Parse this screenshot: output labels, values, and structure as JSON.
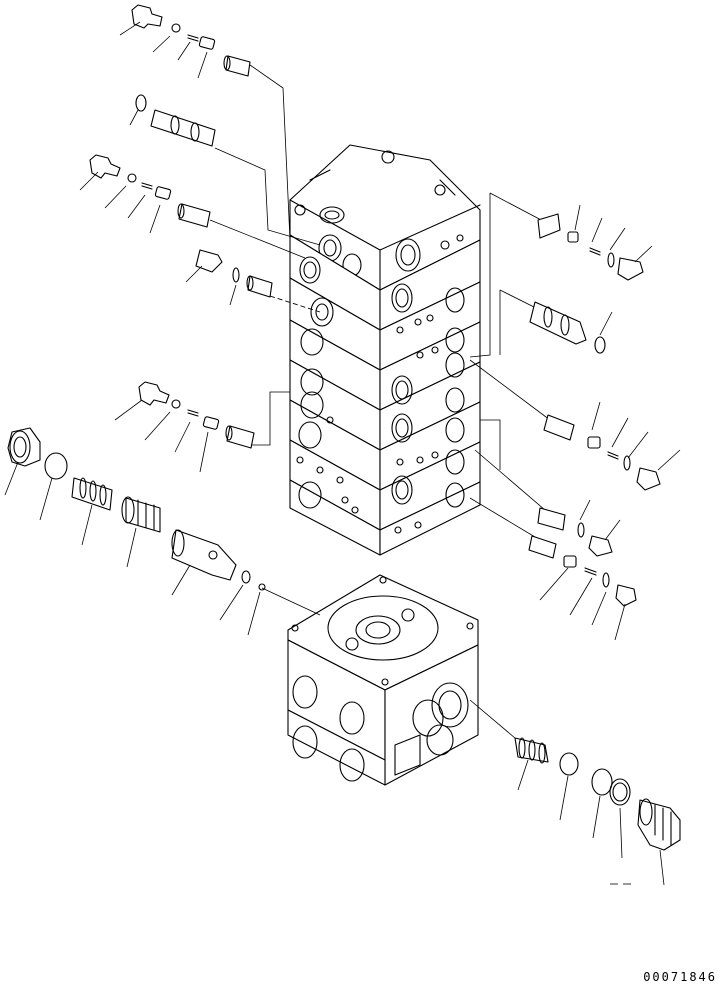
{
  "diagram": {
    "image_id": "00071846",
    "main_valve_sections": 8,
    "lower_body_ports": 4
  }
}
